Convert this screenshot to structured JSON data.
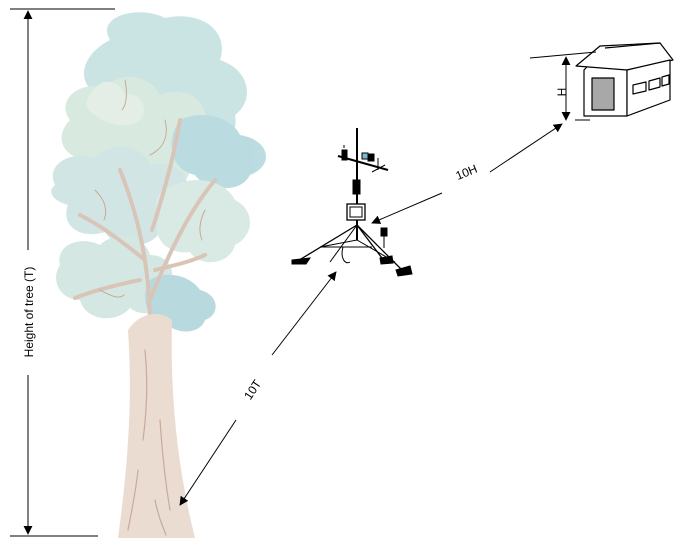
{
  "labels": {
    "tree_height": "Height of tree (T)",
    "building_height": "H",
    "distance_building": "10H",
    "distance_tree": "10T"
  },
  "colors": {
    "foliage_light": "#cfe6e6",
    "foliage_mid": "#b9dcdf",
    "foliage_pale": "#dde9e1",
    "trunk": "#eadcd1",
    "trunk_line": "#c7ab9a",
    "line": "#000000",
    "door": "#a8a8a8"
  },
  "icons": {
    "tree": "tree-illustration",
    "weather_station": "weather-station-tripod-icon",
    "building": "house-icon"
  }
}
